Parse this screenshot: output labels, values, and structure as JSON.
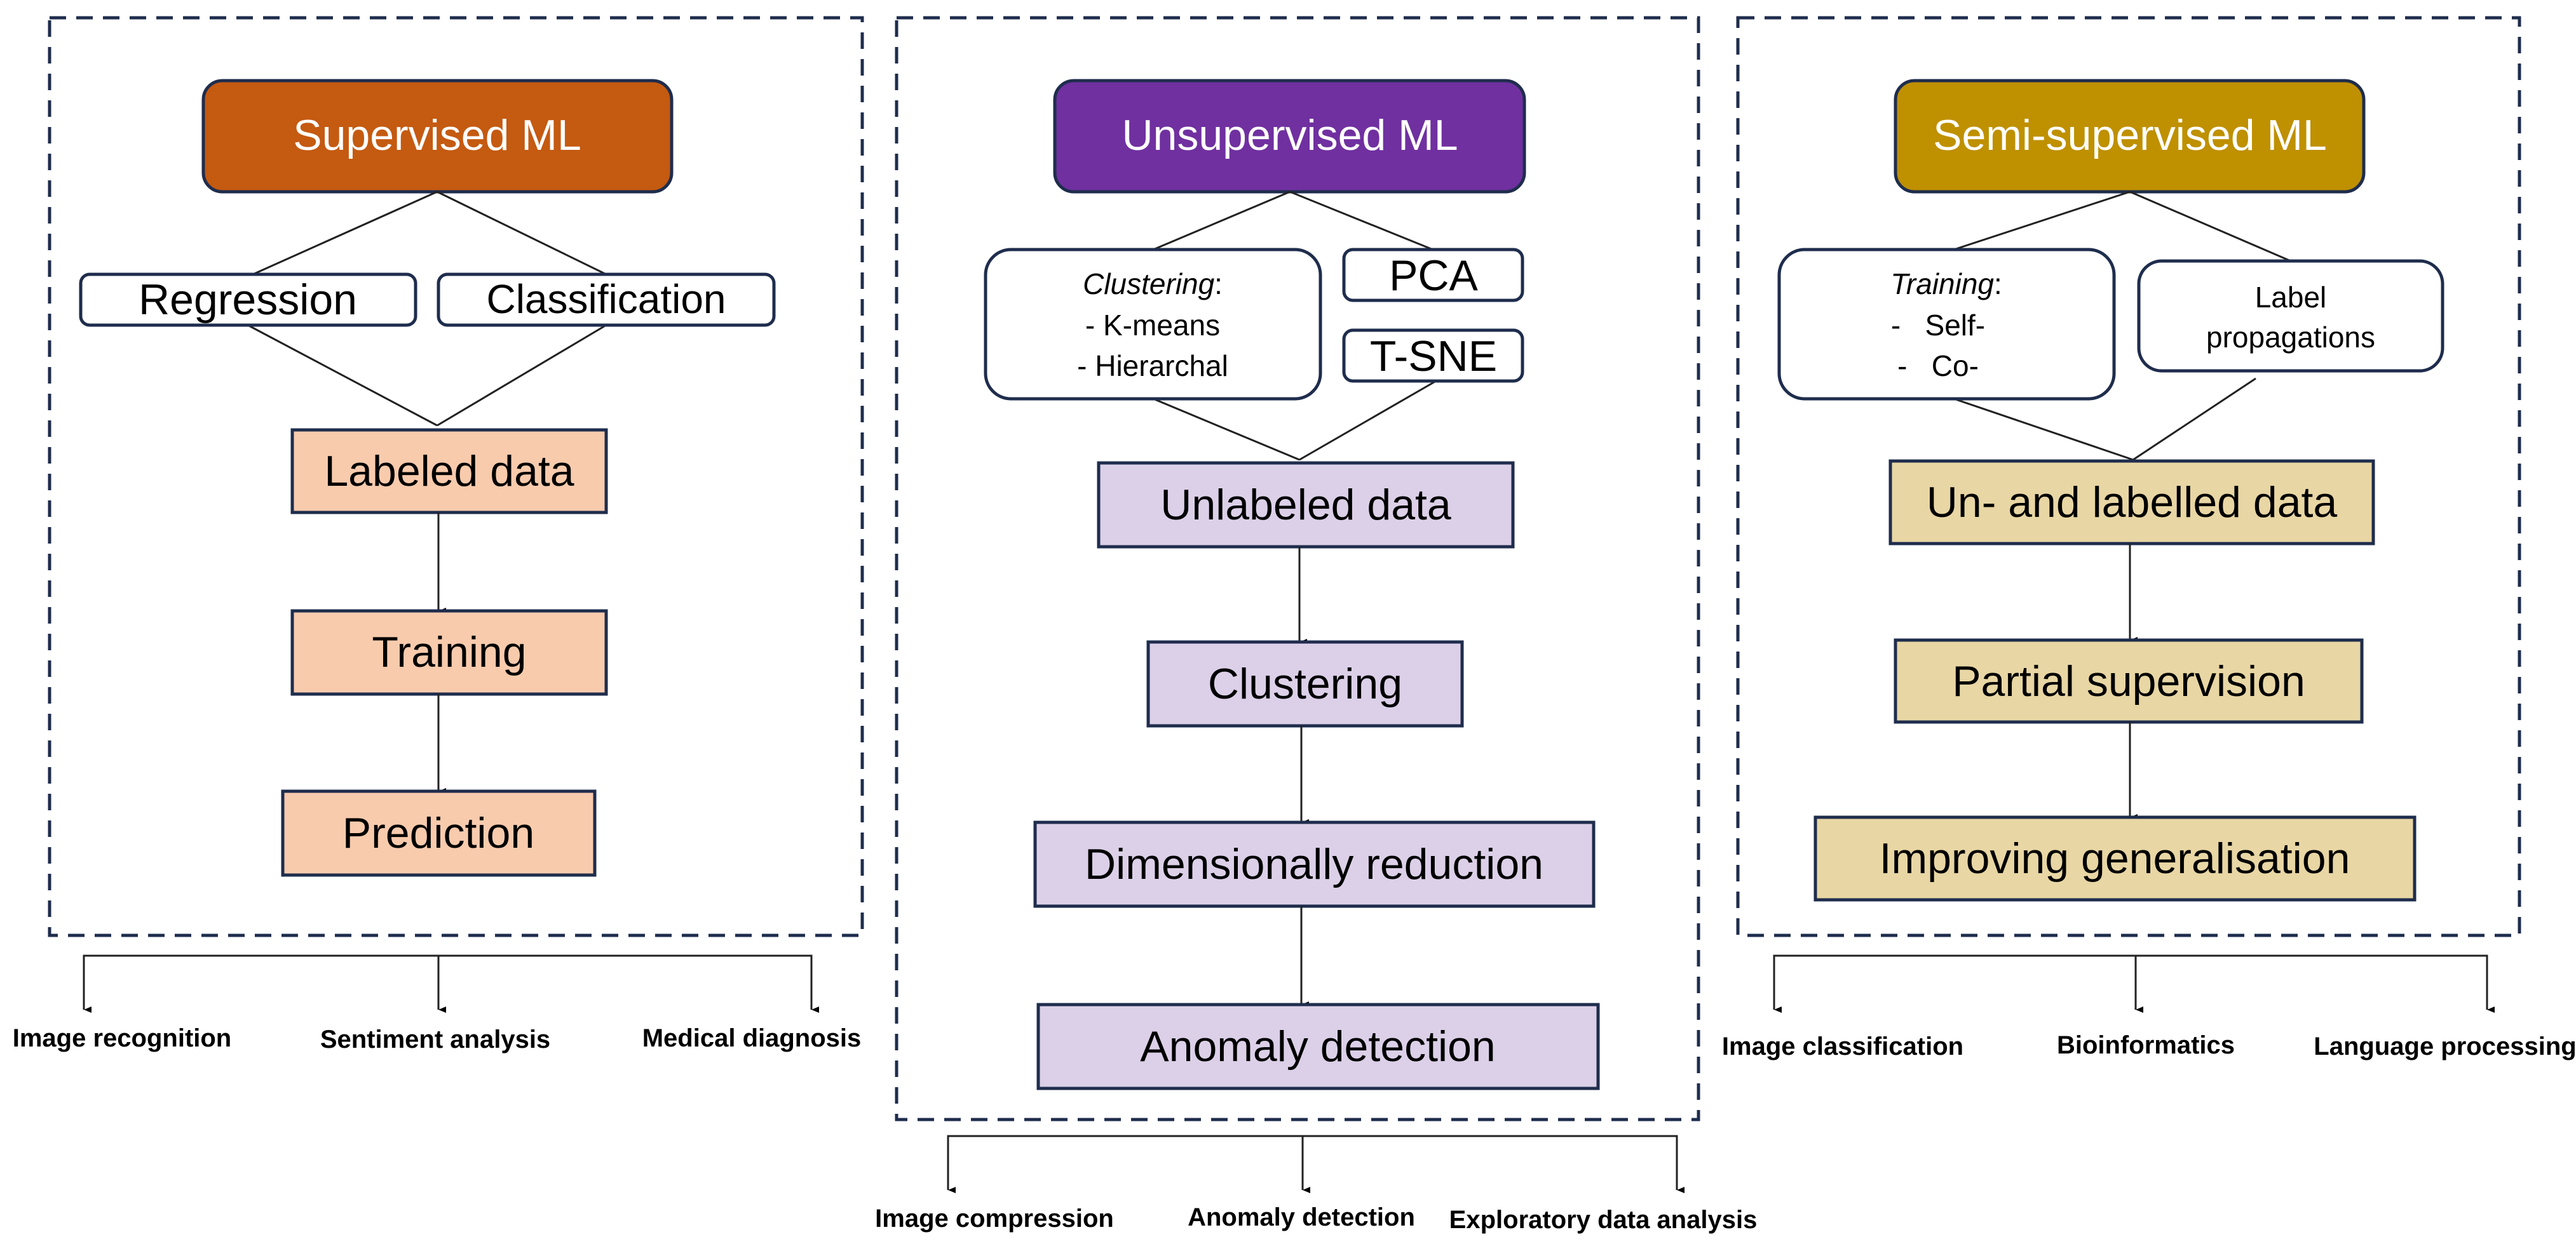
{
  "colors": {
    "supervised_header": "#c55a11",
    "supervised_step": "#f8cbad",
    "unsupervised_header": "#7030a0",
    "unsupervised_step": "#dcd0e8",
    "semi_header": "#bf9000",
    "semi_step": "#e8d6a4",
    "border": "#1f2d4d"
  },
  "panels": [
    {
      "title": "Supervised ML",
      "methods": [
        "Regression",
        "Classification"
      ],
      "steps": [
        "Labeled data",
        "Training",
        "Prediction"
      ],
      "applications": [
        "Image recognition",
        "Sentiment analysis",
        "Medical diagnosis"
      ]
    },
    {
      "title": "Unsupervised ML",
      "methods_box": {
        "heading": "Clustering",
        "heading_suffix": ":",
        "items": [
          "- K-means",
          "- Hierarchal"
        ]
      },
      "methods": [
        "PCA",
        "T-SNE"
      ],
      "steps": [
        "Unlabeled data",
        "Clustering",
        "Dimensionally reduction",
        "Anomaly detection"
      ],
      "applications": [
        "Image compression",
        "Anomaly detection",
        "Exploratory data analysis"
      ]
    },
    {
      "title": "Semi-supervised ML",
      "methods_box": {
        "heading": "Training",
        "heading_suffix": ":",
        "items": [
          "-   Self-",
          "-   Co-"
        ]
      },
      "methods": [
        "Label",
        "propagations"
      ],
      "steps": [
        "Un- and labelled data",
        "Partial supervision",
        "Improving generalisation"
      ],
      "applications": [
        "Image classification",
        "Bioinformatics",
        "Language processing"
      ]
    }
  ]
}
